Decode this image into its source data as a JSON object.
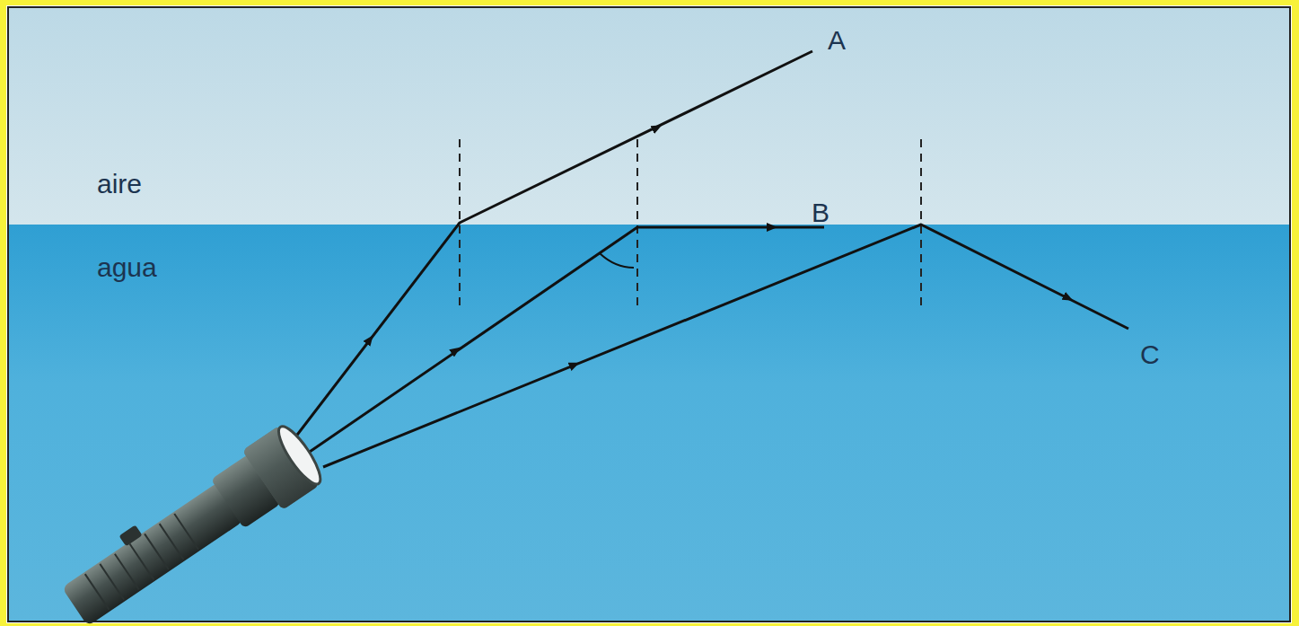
{
  "diagram": {
    "labels": [
      "aire",
      "agua",
      "A",
      "B",
      "C"
    ]
  }
}
